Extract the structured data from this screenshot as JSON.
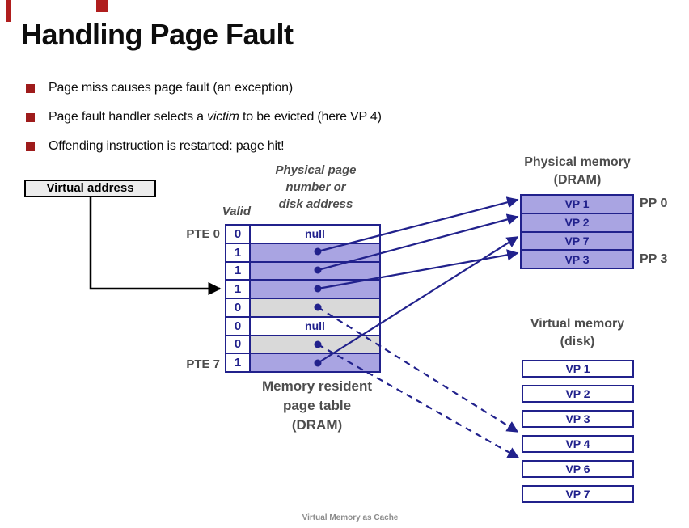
{
  "slide": {
    "title": "Handling Page Fault",
    "footer": "Virtual Memory as Cache",
    "bullets": [
      {
        "pre": "Page miss causes page fault (an exception)",
        "em": "",
        "post": ""
      },
      {
        "pre": "Page fault handler selects a ",
        "em": "victim",
        "post": " to be evicted (here VP 4)"
      },
      {
        "pre": "Offending instruction is restarted: page hit!",
        "em": "",
        "post": ""
      }
    ]
  },
  "diagram": {
    "virtual_address_label": "Virtual address",
    "valid_header": "Valid",
    "ppn_header": "Physical page\nnumber or\ndisk address",
    "pte0_label": "PTE 0",
    "pte7_label": "PTE 7",
    "table_caption": "Memory resident\npage table\n(DRAM)",
    "page_table_rows": [
      {
        "valid": "0",
        "content": "null",
        "fill": "white"
      },
      {
        "valid": "1",
        "content": "",
        "fill": "purple"
      },
      {
        "valid": "1",
        "content": "",
        "fill": "purple"
      },
      {
        "valid": "1",
        "content": "",
        "fill": "purple"
      },
      {
        "valid": "0",
        "content": "",
        "fill": "gray"
      },
      {
        "valid": "0",
        "content": "null",
        "fill": "white"
      },
      {
        "valid": "0",
        "content": "",
        "fill": "gray"
      },
      {
        "valid": "1",
        "content": "",
        "fill": "purple"
      }
    ],
    "physical_memory": {
      "header": "Physical memory\n(DRAM)",
      "rows": [
        "VP 1",
        "VP 2",
        "VP 7",
        "VP 3"
      ],
      "pp_labels": [
        "PP 0",
        "PP 3"
      ]
    },
    "virtual_memory": {
      "header": "Virtual memory\n(disk)",
      "rows": [
        "VP 1",
        "VP 2",
        "VP 3",
        "VP 4",
        "VP 6",
        "VP 7"
      ]
    },
    "colors": {
      "navy": "#21218c",
      "purple_fill": "#a9a4e2",
      "gray_fill": "#d9d9d9",
      "bullet_red": "#9e1b1b",
      "label_gray": "#4d4d4d",
      "va_box_fill": "#ececec"
    }
  }
}
